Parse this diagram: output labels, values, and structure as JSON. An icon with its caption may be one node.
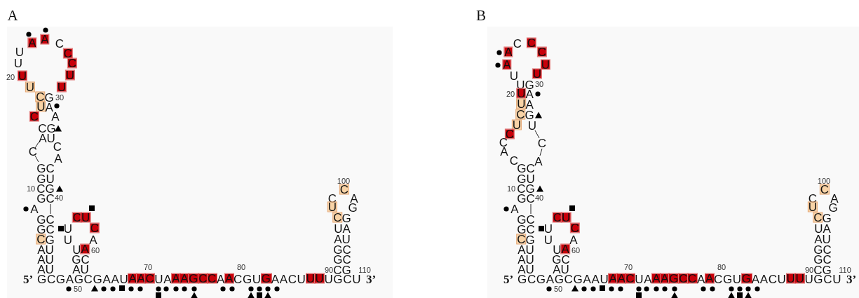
{
  "diagram": {
    "labels": [
      "A",
      "A",
      "A",
      "C",
      "U",
      "C",
      "U",
      "C",
      "20",
      "U",
      "U",
      "U",
      "U",
      "CG",
      "30",
      "UA",
      "C",
      "A",
      "CG",
      "AU",
      "C",
      "C",
      "A",
      "GC",
      "GU",
      "10",
      "CG",
      "GC",
      "40",
      "A",
      "GC",
      "CU",
      "GC",
      "U",
      "C",
      "CG",
      "U",
      "A",
      "AU",
      "UA",
      "60",
      "AU",
      "GC",
      "AU",
      "AU",
      "70",
      "80",
      "5’",
      "GCGAGCGAAUAACUAAAGCCAACGUGAACUUUUGCU",
      "50",
      "100",
      "C",
      "C",
      "A",
      "U",
      "G",
      "CG",
      "UA",
      "AU",
      "GC",
      "GC",
      "90",
      "CG",
      "110",
      "3’",
      "B",
      "C",
      "C",
      "A",
      "C",
      "A",
      "U",
      "U",
      "U",
      "UG",
      "30",
      "20",
      "UA",
      "UA",
      "CG",
      "U",
      "U",
      "C",
      "C",
      "C",
      "A",
      "C",
      "A",
      "GC",
      "GU",
      "10",
      "CG",
      "GC",
      "40",
      "A",
      "GC",
      "CU",
      "GC",
      "U",
      "C",
      "CG",
      "U",
      "A",
      "AU",
      "UA",
      "60",
      "AU",
      "GC",
      "AU",
      "AU",
      "70",
      "80",
      "5’",
      "GCGAGCGAAUAACUAAAGCCAACGUGAACUUUUGCU",
      "50",
      "100",
      "C",
      "C",
      "A",
      "U",
      "G",
      "CG",
      "UA",
      "AU",
      "GC",
      "GC",
      "90",
      "CG",
      "110",
      "3’"
    ]
  }
}
